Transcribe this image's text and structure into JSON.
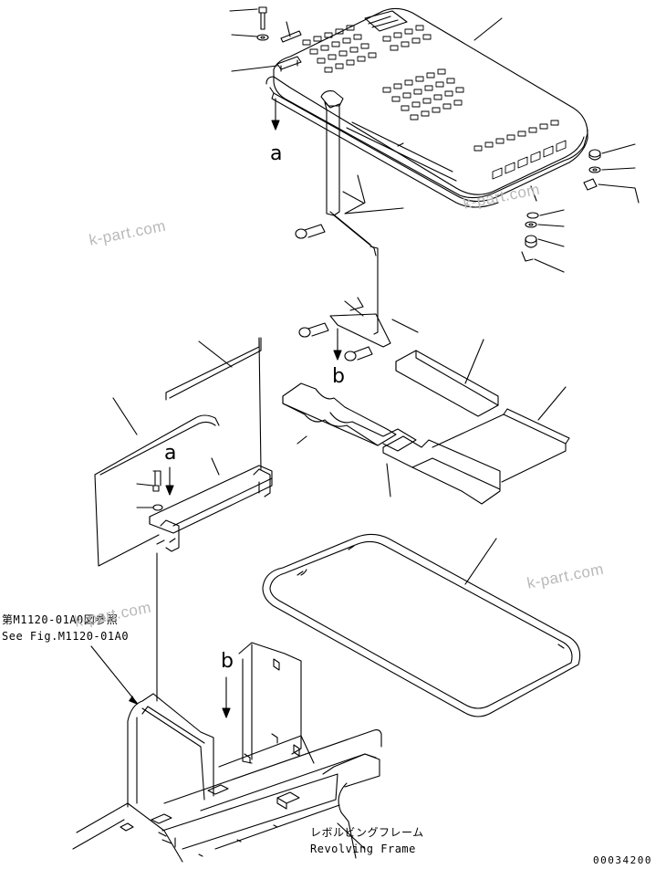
{
  "diagram": {
    "arrow_labels": {
      "a_top": "a",
      "b_top": "b",
      "a_mid": "a",
      "b_bottom": "b"
    },
    "reference_note": {
      "jp": "第M1120-01A0図参照",
      "en": "See Fig.M1120-01A0"
    },
    "frame_note": {
      "jp": "レボルビングフレーム",
      "en": "Revolving Frame"
    },
    "watermark": "k-part.com",
    "drawing_code": "00034200"
  },
  "colors": {
    "line": "#000000",
    "paper": "#ffffff",
    "watermark": "#b9b9b9"
  }
}
